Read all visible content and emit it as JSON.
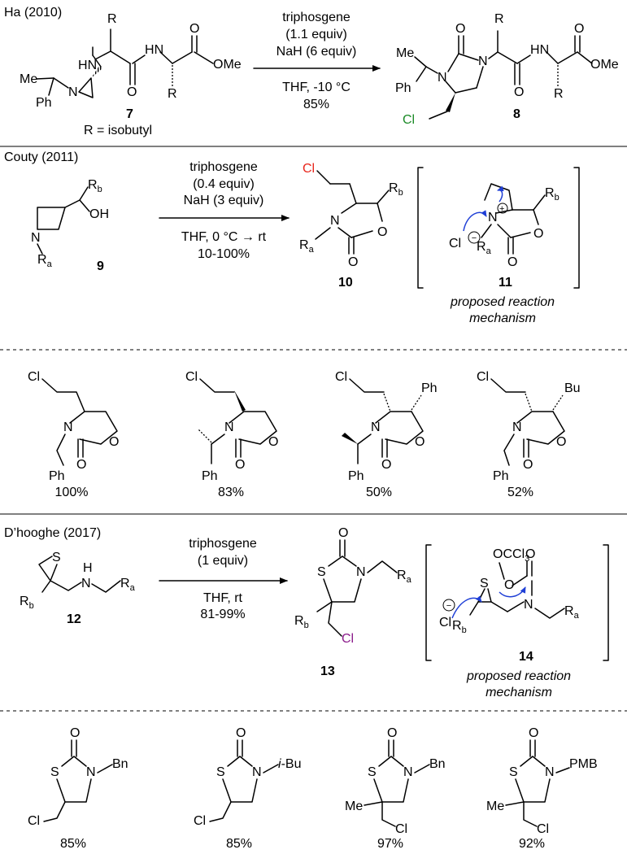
{
  "sections": {
    "ha": {
      "title": "Ha (2010)",
      "cond1": "triphosgene",
      "cond2": "(1.1 equiv)",
      "cond3": "NaH (6 equiv)",
      "cond4": "THF, -10 °C",
      "cond5": "85%",
      "sm_label": "7",
      "sm_note": "R = isobutyl",
      "product_label": "8"
    },
    "couty": {
      "title": "Couty (2011)",
      "cond1": "triphosgene",
      "cond2": "(0.4 equiv)",
      "cond3": "NaH (3 equiv)",
      "cond4": "THF, 0 °C → rt",
      "cond5": "10-100%",
      "sm_label": "9",
      "product_label": "10",
      "intermediate_label": "11",
      "mech1": "proposed reaction",
      "mech2": "mechanism",
      "yields": [
        "100%",
        "83%",
        "50%",
        "52%"
      ]
    },
    "dhooghe": {
      "title": "D’hooghe (2017)",
      "cond1": "triphosgene",
      "cond2": "(1 equiv)",
      "cond3": "THF, rt",
      "cond4": "81-99%",
      "sm_label": "12",
      "product_label": "13",
      "intermediate_label": "14",
      "mech1": "proposed reaction",
      "mech2": "mechanism",
      "yields": [
        "85%",
        "85%",
        "97%",
        "92%"
      ]
    }
  },
  "atoms": {
    "R": "R",
    "N": "N",
    "H": "H",
    "O": "O",
    "S": "S",
    "Cl": "Cl",
    "Me": "Me",
    "Ph": "Ph",
    "OMe": "OMe",
    "OH": "OH",
    "Bu": "Bu",
    "Bn": "Bn",
    "PMB": "PMB",
    "iBu_i": "i",
    "iBu_rest": "-Bu",
    "CCl3": "CCl",
    "three": "3",
    "Ra": "R",
    "a": "a",
    "Rb": "R",
    "b": "b",
    "minus": "−",
    "plus": "+"
  },
  "colors": {
    "chlorine_red": "#e8251b",
    "chlorine_green": "#1a8a26",
    "chlorine_purple": "#8b1a8b",
    "arrow_blue": "#1f3fd6"
  }
}
